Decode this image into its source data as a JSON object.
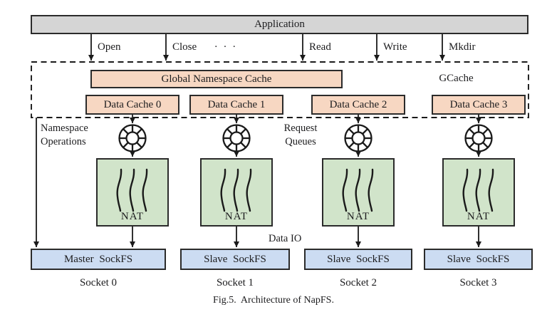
{
  "colors": {
    "application_fill": "#d5d5d5",
    "cache_fill": "#f7d7c2",
    "nat_fill": "#d1e4ca",
    "sockfs_fill": "#ccdcf2",
    "line_color": "#1a1a1a"
  },
  "application": {
    "label": "Application"
  },
  "top_operations": [
    {
      "label": "Open"
    },
    {
      "label": "Close"
    },
    {
      "label": "· · ·"
    },
    {
      "label": "Read"
    },
    {
      "label": "Write"
    },
    {
      "label": "Mkdir"
    }
  ],
  "gcache": {
    "region_label": "GCache",
    "global_namespace_cache_label": "Global Namespace Cache"
  },
  "annotations": {
    "namespace_operations": "Namespace\nOperations",
    "request_queues": "Request\nQueues",
    "data_io": "Data IO"
  },
  "columns": [
    {
      "data_cache": "Data Cache 0",
      "nat": "NAT",
      "sockfs": "Master SockFS",
      "socket": "Socket 0"
    },
    {
      "data_cache": "Data Cache 1",
      "nat": "NAT",
      "sockfs": "Slave SockFS",
      "socket": "Socket 1"
    },
    {
      "data_cache": "Data Cache 2",
      "nat": "NAT",
      "sockfs": "Slave SockFS",
      "socket": "Socket 2"
    },
    {
      "data_cache": "Data Cache 3",
      "nat": "NAT",
      "sockfs": "Slave SockFS",
      "socket": "Socket 3"
    }
  ],
  "caption": "Fig.5.  Architecture of NapFS."
}
